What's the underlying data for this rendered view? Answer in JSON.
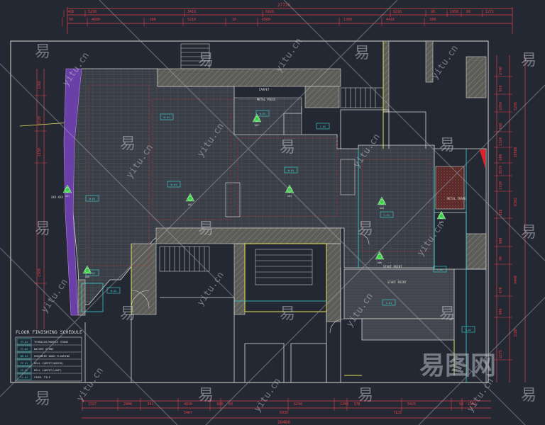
{
  "colors": {
    "background": "#232833",
    "dimension": "#e0404a",
    "wall": "#d8d8d0",
    "wall_fill": "#6a6a66",
    "hatch_fill": "#4a4e57",
    "room_tag": "#39d7d7",
    "marker": "#39d046",
    "carpet_brown": "#6a2b2b",
    "yellow": "#e6e35a",
    "watermark": "#9ea3ad"
  },
  "dimensions": {
    "top_overall": "27726",
    "top_row1": [
      "420",
      "5230",
      "3410",
      "6920",
      "6216",
      "90",
      "1950",
      "90",
      "1271"
    ],
    "top_row2": [
      "50",
      "4600",
      "100",
      "5210",
      "10",
      "6500",
      "1300",
      "4416",
      "600"
    ],
    "right_col1": [
      "2740",
      "958",
      "1254",
      "588",
      "1324",
      "600",
      "3519",
      "1720",
      "500",
      "900",
      "90",
      "470",
      "900",
      "2275"
    ],
    "right_col2": [
      "5296",
      "10580",
      "6302",
      "4490",
      "3180"
    ],
    "left_col": [
      "1266",
      "1520",
      "1150",
      "1560"
    ],
    "bottom_row1": [
      "1597",
      "2900",
      "391",
      "4810",
      "600",
      "60",
      "6230",
      "1200",
      "378",
      "5925",
      "90",
      "2162"
    ],
    "bottom_row2": [
      "5467",
      "6930",
      "7128"
    ],
    "bottom_overall": "28486"
  },
  "labels": {
    "carpet": "CARPET",
    "metal_piece": "METAL PIECE",
    "start_point_1": "START POINT",
    "start_point_2": "START POINT",
    "metal_frame": "METAL FRAME",
    "size_note": "XXX-XXX"
  },
  "markers": [
    "A01",
    "A02",
    "A03",
    "A04",
    "A05",
    "A06",
    "A07",
    "A08"
  ],
  "room_tags": [
    "W-01",
    "W-01",
    "W-01",
    "W-01",
    "W-01",
    "C-01",
    "C-01",
    "C-01",
    "C-01",
    "W-02",
    "W-02",
    "C-02"
  ],
  "legend": {
    "title": "FLOOR FINISHING SCHEDULE",
    "rows": [
      {
        "code": "ST-01",
        "text": "TERRAZZO/MARBLE STONE"
      },
      {
        "code": "ST-02",
        "text": "NATURE STONE"
      },
      {
        "code": "WD-01",
        "text": "ENGINEER WOOD FLOORING"
      },
      {
        "code": "CP-01",
        "text": "ROLL CARPET(WOVEN)"
      },
      {
        "code": "CP-02",
        "text": "ROLL CARPET(LOOP)"
      },
      {
        "code": "TL-01",
        "text": "VINYL TILE"
      }
    ]
  },
  "watermark": {
    "brand": "易图网",
    "small_glyph": "易",
    "url": "yitu.cn"
  }
}
